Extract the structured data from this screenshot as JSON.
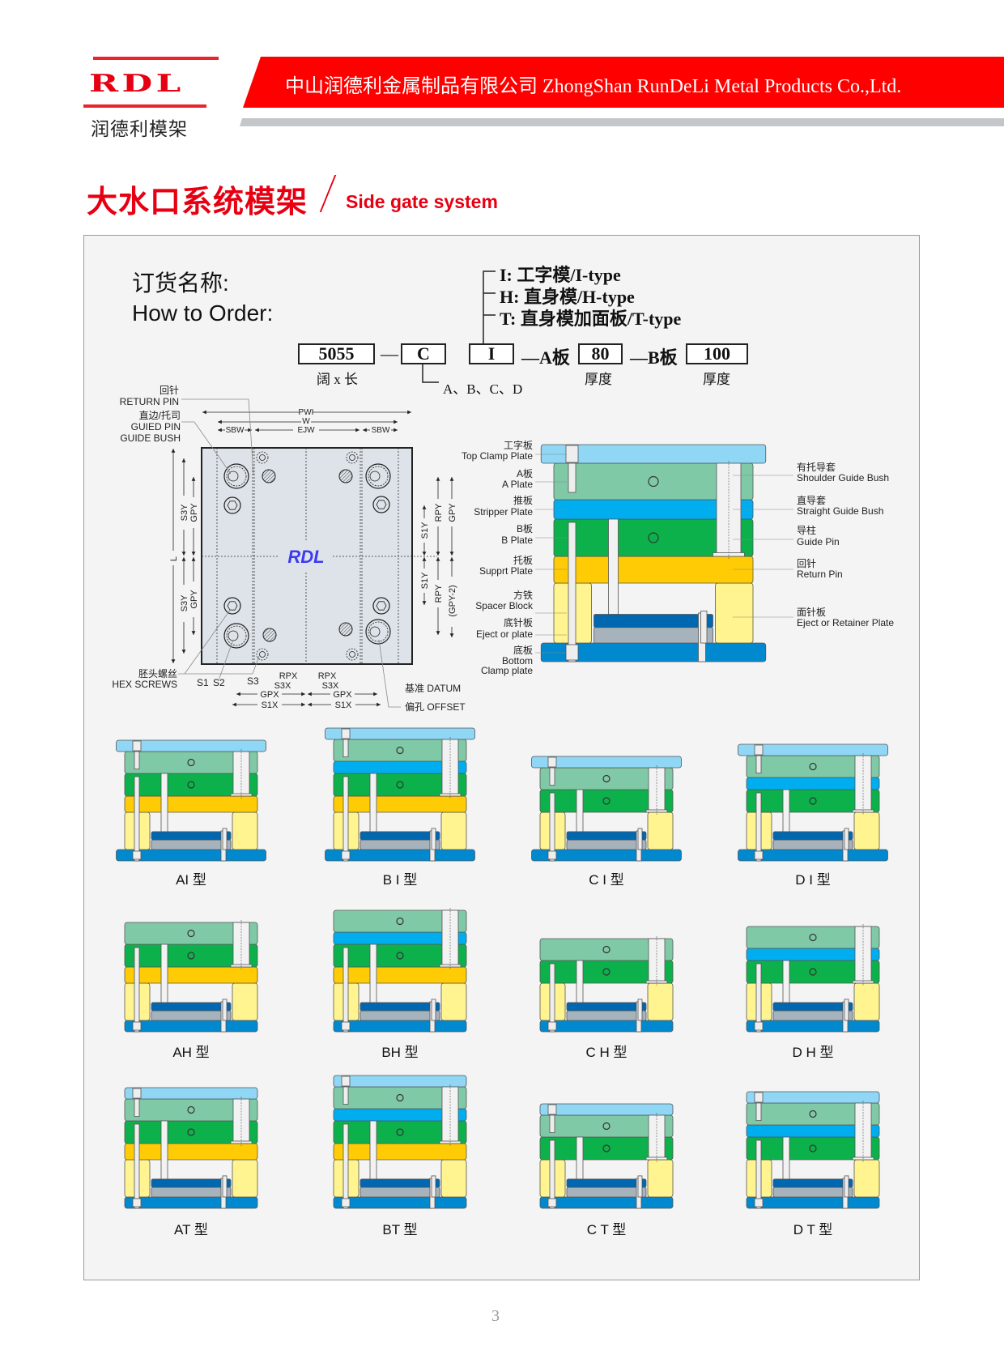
{
  "header": {
    "logo_text": "RDL",
    "logo_subtitle": "润德利模架",
    "company": "中山润德利金属制品有限公司 ZhongShan RunDeLi Metal Products Co.,Ltd."
  },
  "title": {
    "cn": "大水口系统模架",
    "en": "Side gate system"
  },
  "order": {
    "label_cn": "订货名称:",
    "label_en": "How to Order:",
    "types": [
      "I: 工字模/I-type",
      "H:  直身模/H-type",
      "T:  直身模加面板/T-type"
    ],
    "size_value": "5055",
    "size_caption": "阔 x 长",
    "series_value": "C",
    "series_caption": "A、B、C、D",
    "type_value": "I",
    "a_plate_label": "—A板",
    "a_plate_value": "80",
    "a_caption": "厚度",
    "b_plate_label": "—B板",
    "b_plate_value": "100",
    "b_caption": "厚度",
    "dash": "—"
  },
  "plan": {
    "brand": "RDL",
    "return_pin_cn": "回针",
    "return_pin_en": "RETURN PIN",
    "guide_cn": "直边/托司",
    "guide_pin_en": "GUIED PIN",
    "guide_bush_en": "GUIDE BUSH",
    "hex_cn": "胚头螺丝",
    "hex_en": "HEX SCREWS",
    "pwi": "PWI",
    "w": "W",
    "ejw": "EJW",
    "sbw": "SBW",
    "l": "L",
    "s3y": "S3Y",
    "gpy": "GPY",
    "s1y": "S1Y",
    "rpy": "RPY",
    "gpy2": "(GPY-2)",
    "s1": "S1",
    "s2": "S2",
    "s3": "S3",
    "rpx": "RPX",
    "s3x": "S3X",
    "gpx": "GPX",
    "s1x": "S1X",
    "datum": "基准 DATUM",
    "offset": "偏孔 OFFSET"
  },
  "section": {
    "left": [
      {
        "cn": "工字板",
        "en": "Top Clamp Plate"
      },
      {
        "cn": "A板",
        "en": "A Plate"
      },
      {
        "cn": "推板",
        "en": "Stripper Plate"
      },
      {
        "cn": "B板",
        "en": "B Plate"
      },
      {
        "cn": "托板",
        "en": "Supprt Plate"
      },
      {
        "cn": "方铁",
        "en": "Spacer Block"
      },
      {
        "cn": "底针板",
        "en": "Eject or plate"
      },
      {
        "cn": "底板",
        "en": "Bottom",
        "en2": "Clamp plate"
      }
    ],
    "right": [
      {
        "cn": "有托导套",
        "en": "Shoulder Guide Bush"
      },
      {
        "cn": "直导套",
        "en": "Straight Guide Bush"
      },
      {
        "cn": "导柱",
        "en": "Guide Pin"
      },
      {
        "cn": "回针",
        "en": "Return Pin"
      },
      {
        "cn": "面针板",
        "en": "Eject or Retainer Plate"
      }
    ]
  },
  "colors": {
    "clamp": "#8fd7f5",
    "a_plate": "#80c9a7",
    "stripper": "#00aeef",
    "b_plate": "#0db14b",
    "support": "#ffcb05",
    "spacer": "#fff48f",
    "retainer": "#0067b1",
    "ejector": "#a7b3bc",
    "bottom": "#0089cf",
    "brand_red": "#e60012",
    "rdl_blue": "#3b3bf0"
  },
  "mold_types": [
    {
      "label": "AI 型",
      "series": "A",
      "type": "I",
      "stripper": false,
      "support": true
    },
    {
      "label": "B I 型",
      "series": "B",
      "type": "I",
      "stripper": true,
      "support": true
    },
    {
      "label": "C I 型",
      "series": "C",
      "type": "I",
      "stripper": false,
      "support": false
    },
    {
      "label": "D I 型",
      "series": "D",
      "type": "I",
      "stripper": true,
      "support": false
    },
    {
      "label": "AH 型",
      "series": "A",
      "type": "H",
      "stripper": false,
      "support": true
    },
    {
      "label": "BH 型",
      "series": "B",
      "type": "H",
      "stripper": true,
      "support": true
    },
    {
      "label": "C H 型",
      "series": "C",
      "type": "H",
      "stripper": false,
      "support": false
    },
    {
      "label": "D H 型",
      "series": "D",
      "type": "H",
      "stripper": true,
      "support": false
    },
    {
      "label": "AT 型",
      "series": "A",
      "type": "T",
      "stripper": false,
      "support": true
    },
    {
      "label": "BT 型",
      "series": "B",
      "type": "T",
      "stripper": true,
      "support": true
    },
    {
      "label": "C T 型",
      "series": "C",
      "type": "T",
      "stripper": false,
      "support": false
    },
    {
      "label": "D T 型",
      "series": "D",
      "type": "T",
      "stripper": true,
      "support": false
    }
  ],
  "page_number": "3"
}
